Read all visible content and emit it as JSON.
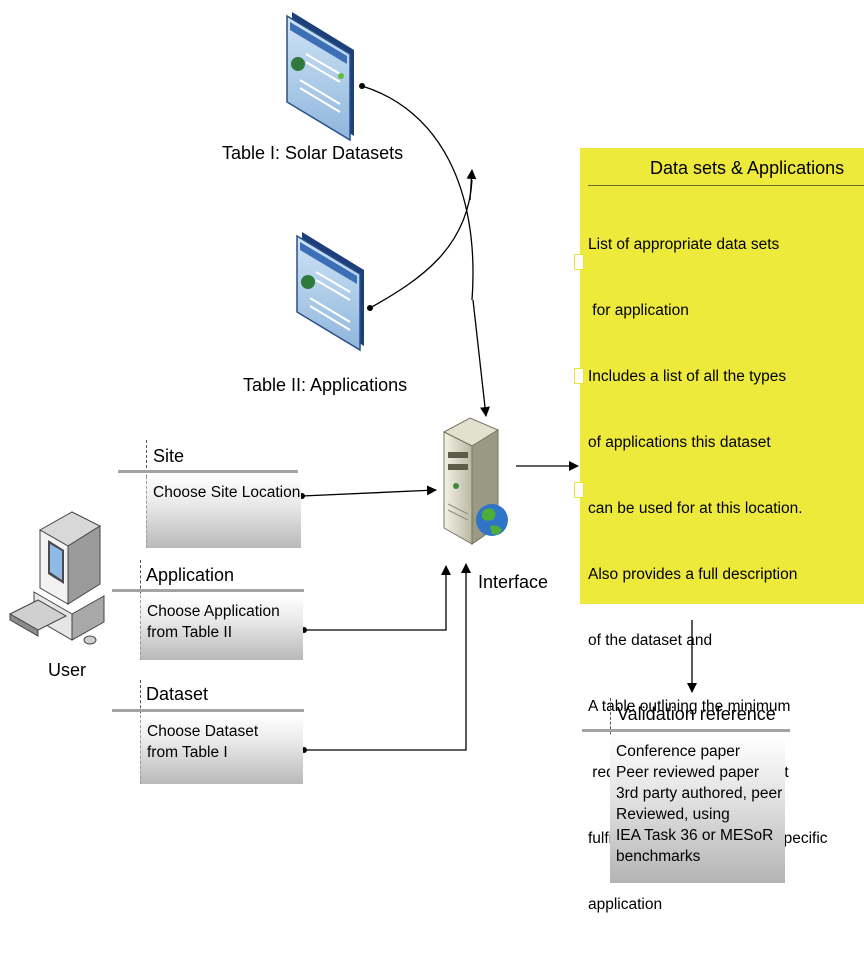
{
  "tables": {
    "solar_label": "Table I: Solar Datasets",
    "apps_label": "Table II: Applications"
  },
  "inputs": {
    "site_header": "Site",
    "site_body": "Choose Site Location",
    "application_header": "Application",
    "application_body": [
      "Choose Application",
      "from Table II"
    ],
    "dataset_header": "Dataset",
    "dataset_body": [
      "Choose Dataset",
      "from Table I"
    ]
  },
  "user_label": "User",
  "interface_label": "Interface",
  "datasets_panel": {
    "title": "Data sets & Applications",
    "lines": [
      "List of appropriate data sets",
      " for application",
      "Includes a list of all the types",
      "of applications this dataset",
      "can be used for at this location.",
      "Also provides a full description",
      "of the dataset and",
      "A table outlining the minimum",
      " requirements a dataset must",
      "fulfil in order to be used for specific",
      "application"
    ]
  },
  "validation": {
    "title": "Validation reference",
    "lines": [
      "Conference paper",
      "Peer reviewed paper",
      "3rd party authored, peer",
      "Reviewed, using",
      "IEA Task 36 or MESoR",
      "benchmarks"
    ]
  },
  "colors": {
    "panel_yellow": "#eeea3c",
    "header_rule_grey": "#a3a3a3"
  }
}
